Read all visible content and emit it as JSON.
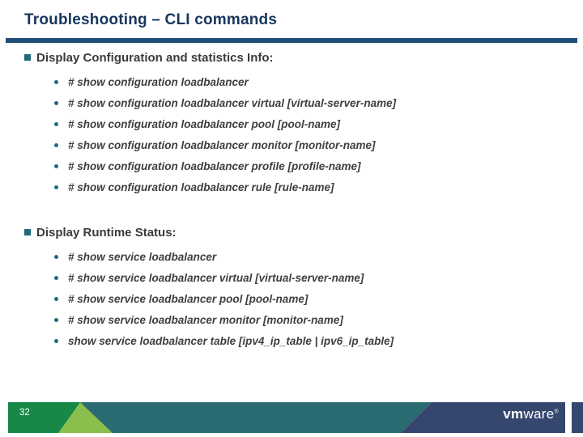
{
  "title": "Troubleshooting – CLI commands",
  "sections": [
    {
      "heading": "Display Configuration and statistics Info:",
      "items": [
        "# show configuration loadbalancer",
        "# show configuration loadbalancer virtual [virtual-server-name]",
        "# show configuration loadbalancer pool [pool-name]",
        "# show configuration loadbalancer monitor [monitor-name]",
        "# show configuration loadbalancer profile [profile-name]",
        "# show configuration loadbalancer rule [rule-name]"
      ]
    },
    {
      "heading": "Display Runtime Status:",
      "items": [
        "# show service loadbalancer",
        "# show service loadbalancer virtual [virtual-server-name]",
        "# show service loadbalancer pool [pool-name]",
        "# show service loadbalancer monitor [monitor-name]",
        "show service loadbalancer table [ipv4_ip_table | ipv6_ip_table]"
      ]
    }
  ],
  "footer": {
    "page_number": "32",
    "logo": {
      "prefix": "vm",
      "suffix": "ware",
      "registered": "®"
    }
  },
  "colors": {
    "title_blue": "#17365d",
    "rule_blue": "#1f4e79",
    "bullet_teal": "#21697b",
    "body_text": "#3f3f3f",
    "footer_dark_green": "#178848",
    "footer_light_green": "#8abf4e",
    "footer_teal": "#2a6b72",
    "footer_navy": "#36476f"
  }
}
